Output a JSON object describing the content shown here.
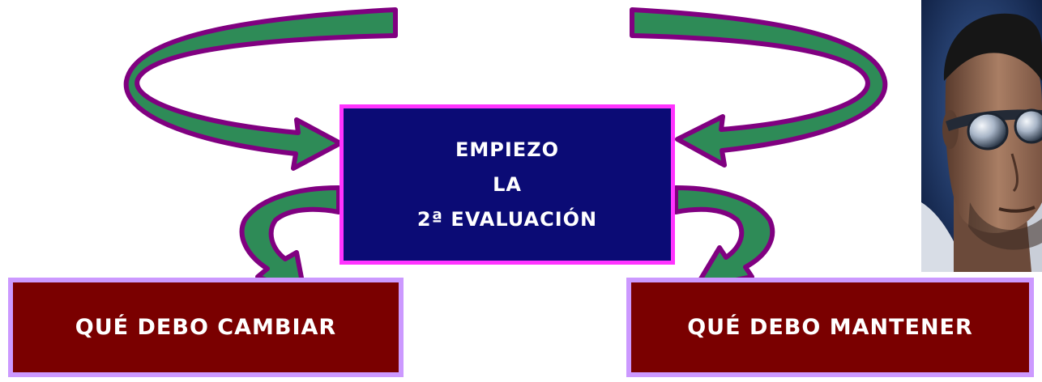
{
  "diagram": {
    "center_box": {
      "lines": [
        "EMPIEZO",
        "LA",
        "2ª EVALUACIÓN"
      ],
      "fill_color": "#0b0b75",
      "border_color": "#ff33ff"
    },
    "left_box": {
      "label": "QUÉ DEBO CAMBIAR"
    },
    "right_box": {
      "label": "QUÉ DEBO MANTENER"
    },
    "box_fill_color": "#7a0000",
    "box_border_color": "#cc99ff",
    "arrow_fill_color": "#2e8b57",
    "arrow_outline_color": "#800080",
    "photo": {
      "icon": "man-with-sunglasses-photo"
    }
  }
}
